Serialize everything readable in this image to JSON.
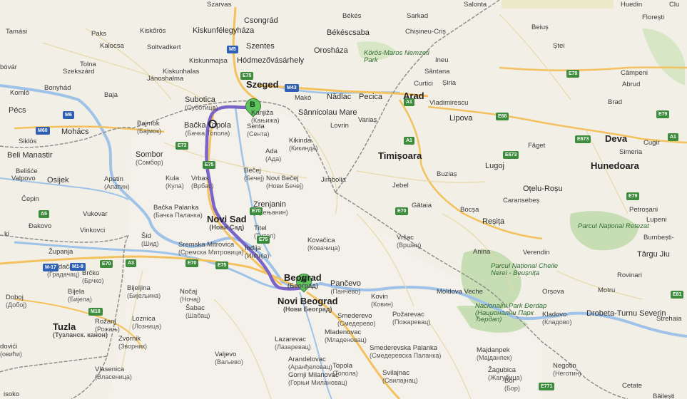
{
  "route": {
    "start": "A",
    "end": "B"
  },
  "colors": {
    "route": "#7b64c8",
    "river": "#9fc3e8",
    "border": "#8a8a8a",
    "highway": "#f3c15d",
    "park": "#c7ddb4",
    "land": "#f2efe6"
  },
  "places": [
    {
      "text": "Szarvas",
      "sub": ""
    },
    {
      "text": "Békés",
      "sub": ""
    },
    {
      "text": "Sarkad",
      "sub": ""
    },
    {
      "text": "Salonta",
      "sub": ""
    },
    {
      "text": "Huedin",
      "sub": ""
    },
    {
      "text": "Clu",
      "sub": ""
    },
    {
      "text": "Tamási",
      "sub": ""
    },
    {
      "text": "Paks",
      "sub": ""
    },
    {
      "text": "Kiskőrös",
      "sub": ""
    },
    {
      "text": "Kiskunfélegyháza",
      "sub": ""
    },
    {
      "text": "Csongrád",
      "sub": ""
    },
    {
      "text": "Békéscsaba",
      "sub": ""
    },
    {
      "text": "Chișineu-Criș",
      "sub": ""
    },
    {
      "text": "Beiuș",
      "sub": ""
    },
    {
      "text": "Florești",
      "sub": ""
    },
    {
      "text": "Kalocsa",
      "sub": ""
    },
    {
      "text": "Soltvadkert",
      "sub": ""
    },
    {
      "text": "Szentes",
      "sub": ""
    },
    {
      "text": "Orosháza",
      "sub": ""
    },
    {
      "text": "Ineu",
      "sub": ""
    },
    {
      "text": "Ștei",
      "sub": ""
    },
    {
      "text": "bóvár",
      "sub": ""
    },
    {
      "text": "Tolna",
      "sub": ""
    },
    {
      "text": "Kiskunmajsa",
      "sub": ""
    },
    {
      "text": "Hódmezővásárhely",
      "sub": ""
    },
    {
      "text": "Câmpeni",
      "sub": ""
    },
    {
      "text": "Szekszárd",
      "sub": ""
    },
    {
      "text": "Kiskunhalas",
      "sub": ""
    },
    {
      "text": "Sântana",
      "sub": ""
    },
    {
      "text": "Bonyhád",
      "sub": ""
    },
    {
      "text": "Jánoshalma",
      "sub": ""
    },
    {
      "text": "Curtici",
      "sub": ""
    },
    {
      "text": "Abrud",
      "sub": ""
    },
    {
      "text": "Szeged",
      "sub": ""
    },
    {
      "text": "Komló",
      "sub": ""
    },
    {
      "text": "Baja",
      "sub": ""
    },
    {
      "text": "Makó",
      "sub": ""
    },
    {
      "text": "Nădlac",
      "sub": ""
    },
    {
      "text": "Pecica",
      "sub": ""
    },
    {
      "text": "Arad",
      "sub": ""
    },
    {
      "text": "Șiria",
      "sub": ""
    },
    {
      "text": "Subotica",
      "sub": "(Суботица)"
    },
    {
      "text": "Kanjiža",
      "sub": "(Кањижа)"
    },
    {
      "text": "Vladimirescu",
      "sub": ""
    },
    {
      "text": "Brad",
      "sub": ""
    },
    {
      "text": "Pécs",
      "sub": ""
    },
    {
      "text": "Sânnicolau Mare",
      "sub": ""
    },
    {
      "text": "Lipova",
      "sub": ""
    },
    {
      "text": "Mohács",
      "sub": ""
    },
    {
      "text": "Bajmok",
      "sub": "(Бајмок)"
    },
    {
      "text": "Bačka Topola",
      "sub": "(Бачка Топола)"
    },
    {
      "text": "Senta",
      "sub": "(Сента)"
    },
    {
      "text": "Lovrin",
      "sub": ""
    },
    {
      "text": "Variaș",
      "sub": ""
    },
    {
      "text": "Deva",
      "sub": ""
    },
    {
      "text": "Siklós",
      "sub": ""
    },
    {
      "text": "Kikinda",
      "sub": "(Кикинда)"
    },
    {
      "text": "Făget",
      "sub": ""
    },
    {
      "text": "Simeria",
      "sub": ""
    },
    {
      "text": "Cugir",
      "sub": ""
    },
    {
      "text": "Beli Manastir",
      "sub": ""
    },
    {
      "text": "Sombor",
      "sub": "(Сомбор)"
    },
    {
      "text": "Ada",
      "sub": "(Ада)"
    },
    {
      "text": "Timișoara",
      "sub": ""
    },
    {
      "text": "Lugoj",
      "sub": ""
    },
    {
      "text": "Hunedoara",
      "sub": ""
    },
    {
      "text": "Belišće",
      "sub": ""
    },
    {
      "text": "Valpovo",
      "sub": ""
    },
    {
      "text": "Osijek",
      "sub": ""
    },
    {
      "text": "Apatin",
      "sub": "(Апатин)"
    },
    {
      "text": "Kula",
      "sub": "(Кула)"
    },
    {
      "text": "Vrbas",
      "sub": "(Врбас)"
    },
    {
      "text": "Bečej",
      "sub": "(Бечеј)"
    },
    {
      "text": "Novi Bečej",
      "sub": "(Нови Бечеј)"
    },
    {
      "text": "Jimbolia",
      "sub": ""
    },
    {
      "text": "Buziaș",
      "sub": ""
    },
    {
      "text": "Jebel",
      "sub": ""
    },
    {
      "text": "Oțelu-Roșu",
      "sub": ""
    },
    {
      "text": "Čepin",
      "sub": ""
    },
    {
      "text": "Zrenjanin",
      "sub": "(Зрењанин)"
    },
    {
      "text": "Caransebeș",
      "sub": ""
    },
    {
      "text": "Bačka Palanka",
      "sub": "(Бачка Паланка)"
    },
    {
      "text": "Novi Sad",
      "sub": "(Нови Сад)"
    },
    {
      "text": "Gătaia",
      "sub": ""
    },
    {
      "text": "Bocșa",
      "sub": ""
    },
    {
      "text": "Petroșani",
      "sub": ""
    },
    {
      "text": "Đakovo",
      "sub": ""
    },
    {
      "text": "Vukovar",
      "sub": ""
    },
    {
      "text": "Reșița",
      "sub": ""
    },
    {
      "text": "Lupeni",
      "sub": ""
    },
    {
      "text": "Vinkovci",
      "sub": ""
    },
    {
      "text": "Titel",
      "sub": "(Тител)"
    },
    {
      "text": "Kovačica",
      "sub": "(Ковачица)"
    },
    {
      "text": "Vršac",
      "sub": "(Вршац)"
    },
    {
      "text": "Bumbești-",
      "sub": ""
    },
    {
      "text": "Šid",
      "sub": "(Шид)"
    },
    {
      "text": "ki",
      "sub": ""
    },
    {
      "text": "Županja",
      "sub": ""
    },
    {
      "text": "Sremska Mitrovica",
      "sub": "(Сремска Митровица)"
    },
    {
      "text": "Inđija",
      "sub": "(Инђија)"
    },
    {
      "text": "Anina",
      "sub": ""
    },
    {
      "text": "Verendin",
      "sub": ""
    },
    {
      "text": "Târgu Jiu",
      "sub": ""
    },
    {
      "text": "Gradačac",
      "sub": "(Градачац)"
    },
    {
      "text": "Brčko",
      "sub": "(Брчко)"
    },
    {
      "text": "Beograd",
      "sub": "(Београд)"
    },
    {
      "text": "Pančevo",
      "sub": "(Панчево)"
    },
    {
      "text": "Rovinari",
      "sub": ""
    },
    {
      "text": "Bijela",
      "sub": "(Бијела)"
    },
    {
      "text": "Bijeljina",
      "sub": "(Бијељина)"
    },
    {
      "text": "Nočaj",
      "sub": "(Ночај)"
    },
    {
      "text": "Kovin",
      "sub": "(Ковин)"
    },
    {
      "text": "Moldova Veche",
      "sub": ""
    },
    {
      "text": "Orșova",
      "sub": ""
    },
    {
      "text": "Motru",
      "sub": ""
    },
    {
      "text": "Doboj",
      "sub": "(Добој)"
    },
    {
      "text": "Šabac",
      "sub": "(Шабац)"
    },
    {
      "text": "Novi Beograd",
      "sub": "(Нови Београд)"
    },
    {
      "text": "Smederevo",
      "sub": "(Смедерево)"
    },
    {
      "text": "Požarevac",
      "sub": "(Пожаревац)"
    },
    {
      "text": "Kladovo",
      "sub": "(Кладово)"
    },
    {
      "text": "Drobeta-Turnu Severin",
      "sub": ""
    },
    {
      "text": "Strehaia",
      "sub": ""
    },
    {
      "text": "Rožanj",
      "sub": "(Рожањ)"
    },
    {
      "text": "Loznica",
      "sub": "(Лозница)"
    },
    {
      "text": "Mladenovac",
      "sub": "(Младеновац)"
    },
    {
      "text": "Tuzla",
      "sub": "(Тузланск. канон)"
    },
    {
      "text": "Zvornik",
      "sub": "(Зворник)"
    },
    {
      "text": "Lazarevac",
      "sub": "(Лазаревац)"
    },
    {
      "text": "Smederevska Palanka",
      "sub": "(Смедеревска Паланка)"
    },
    {
      "text": "Majdanpek",
      "sub": "(Мајданпек)"
    },
    {
      "text": "Negotin",
      "sub": "(Неготин)"
    },
    {
      "text": "dovići",
      "sub": "(овићи)"
    },
    {
      "text": "Valjevo",
      "sub": "(Ваљево)"
    },
    {
      "text": "Arandelovac",
      "sub": "(Аранђеловац)"
    },
    {
      "text": "Topola",
      "sub": "(Топола)"
    },
    {
      "text": "Svilajnac",
      "sub": "(Свилајнац)"
    },
    {
      "text": "Žagubica",
      "sub": "(Жагубица)"
    },
    {
      "text": "Vlasenica",
      "sub": "(Власеница)"
    },
    {
      "text": "Gornji Milanovac",
      "sub": "(Горњи Милановац)"
    },
    {
      "text": "Bor",
      "sub": "(Бор)"
    },
    {
      "text": "Cetate",
      "sub": ""
    },
    {
      "text": "isoko",
      "sub": ""
    },
    {
      "text": "Băilești",
      "sub": ""
    }
  ],
  "parks": [
    "Körös-Maros Nemzeti Park",
    "Parcul Național Retezat",
    "Parcul Național Cheile Nerei - Beușnița",
    "Nacionalni Park Đerdap (Национални Парк Ђердап)"
  ],
  "road_shields": [
    "M5",
    "M43",
    "E75",
    "E75",
    "E70",
    "E70",
    "E68",
    "E673",
    "E673",
    "A1",
    "A1",
    "E79",
    "E79",
    "E79",
    "M6",
    "M60",
    "E73",
    "A5",
    "E70",
    "M1-8",
    "M-17",
    "A3",
    "E75",
    "E75",
    "M18",
    "E70",
    "E771",
    "A1",
    "E81"
  ]
}
